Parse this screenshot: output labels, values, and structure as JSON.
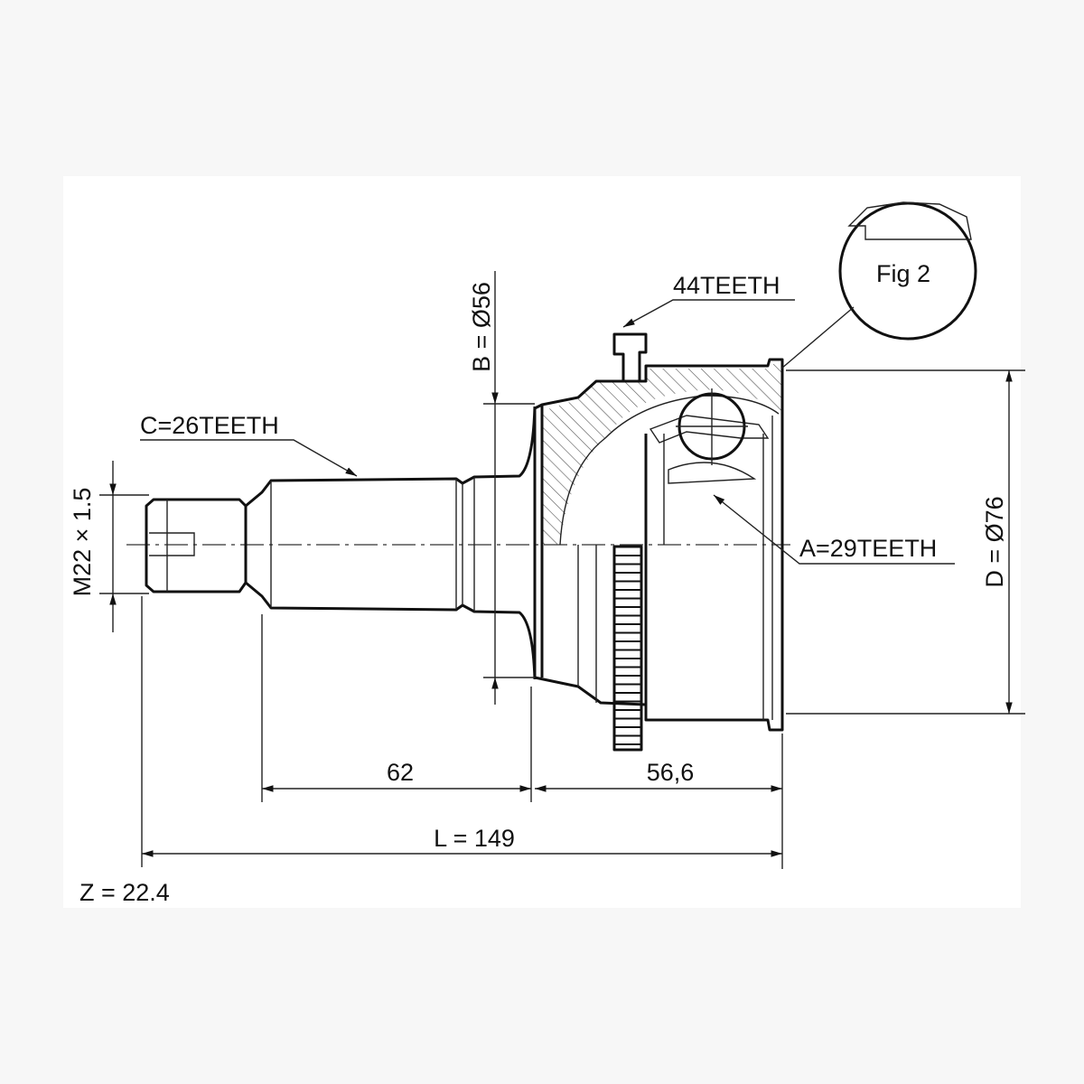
{
  "drawing": {
    "labels": {
      "c_teeth": "C=26TEETH",
      "outer_teeth": "44TEETH",
      "a_teeth": "A=29TEETH",
      "fig": "Fig 2",
      "b_dim": "B = Ø56",
      "d_dim": "D = Ø76",
      "thread": "M22 × 1.5",
      "len_62": "62",
      "len_56_6": "56,6",
      "len_total": "L = 149",
      "z": "Z = 22.4"
    }
  }
}
